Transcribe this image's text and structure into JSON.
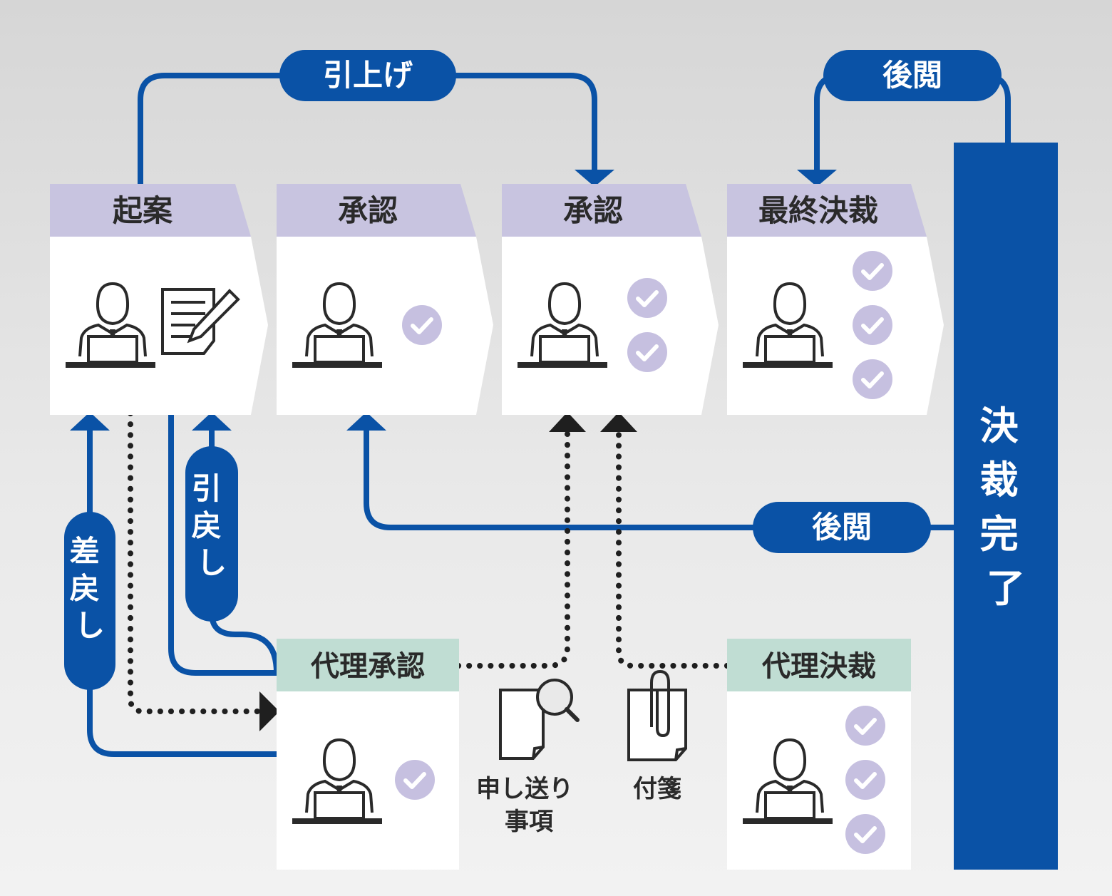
{
  "steps": [
    {
      "label": "起案",
      "checks": 0
    },
    {
      "label": "承認",
      "checks": 1
    },
    {
      "label": "承認",
      "checks": 2
    },
    {
      "label": "最終決裁",
      "checks": 3
    }
  ],
  "proxy_steps": [
    {
      "label": "代理承認",
      "checks": 1
    },
    {
      "label": "代理決裁",
      "checks": 3
    }
  ],
  "completion_label": "決裁完了",
  "actions": {
    "pull_up": "引上げ",
    "post_review_top": "後閲",
    "post_review_mid": "後閲",
    "send_back": "差戻し",
    "pull_back": "引戻し"
  },
  "attachments": {
    "memo": "申し送り事項",
    "sticky_note": "付箋"
  },
  "colors": {
    "blue": "#0a52a6",
    "header_purple": "#c8c4e0",
    "header_green": "#c0ddd3",
    "check_purple": "#c6c0e0",
    "card": "#ffffff",
    "ink": "#2a2a2a"
  }
}
